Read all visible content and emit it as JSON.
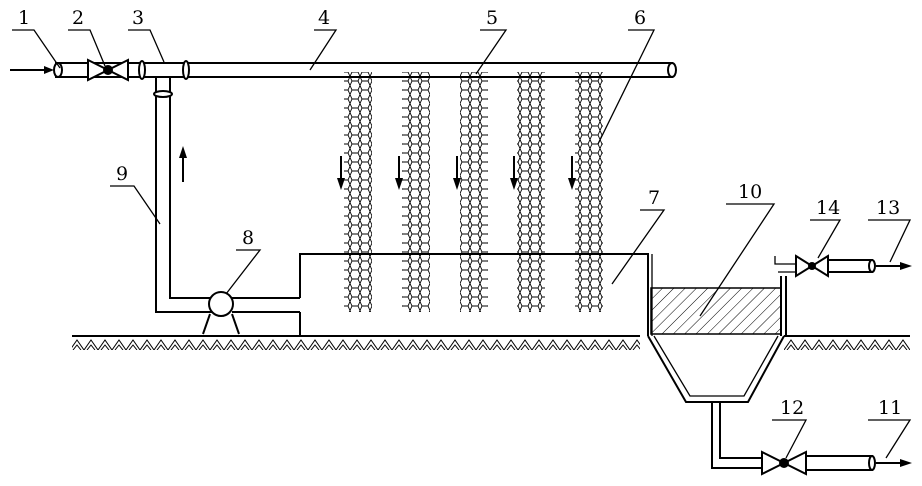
{
  "labels": {
    "l1": "1",
    "l2": "2",
    "l3": "3",
    "l4": "4",
    "l5": "5",
    "l6": "6",
    "l7": "7",
    "l8": "8",
    "l9": "9",
    "l10": "10",
    "l11": "11",
    "l12": "12",
    "l13": "13",
    "l14": "14"
  },
  "colors": {
    "line": "#000000",
    "background": "#ffffff"
  },
  "icons": [
    "flow-arrow-icon",
    "valve-icon",
    "pump-icon",
    "ground-hatch"
  ]
}
